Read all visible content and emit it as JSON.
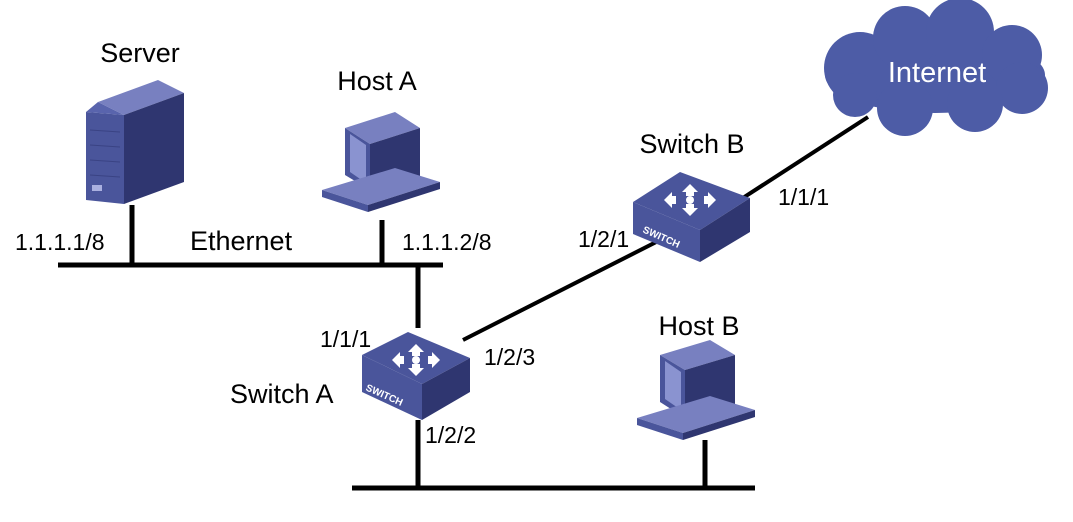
{
  "colors": {
    "device_blue": "#4a559b",
    "device_dark": "#2f3670",
    "device_light": "#7880c0",
    "cloud": "#4d5ca6",
    "screen": "#8a93d0",
    "line": "#000000"
  },
  "nodes": {
    "server": {
      "label": "Server",
      "ip": "1.1.1.1/8",
      "icon": "server-icon"
    },
    "host_a": {
      "label": "Host A",
      "ip": "1.1.1.2/8",
      "icon": "computer-icon"
    },
    "host_b": {
      "label": "Host B",
      "icon": "computer-icon"
    },
    "switch_a": {
      "label": "Switch A",
      "badge": "SWITCH",
      "icon": "switch-icon",
      "ports": {
        "up": "1/1/1",
        "right": "1/2/3",
        "down": "1/2/2"
      }
    },
    "switch_b": {
      "label": "Switch B",
      "badge": "SWITCH",
      "icon": "switch-icon",
      "ports": {
        "left": "1/2/1",
        "right": "1/1/1"
      }
    },
    "internet": {
      "label": "Internet",
      "icon": "cloud-icon"
    }
  },
  "segments": {
    "ethernet": {
      "label": "Ethernet"
    }
  }
}
